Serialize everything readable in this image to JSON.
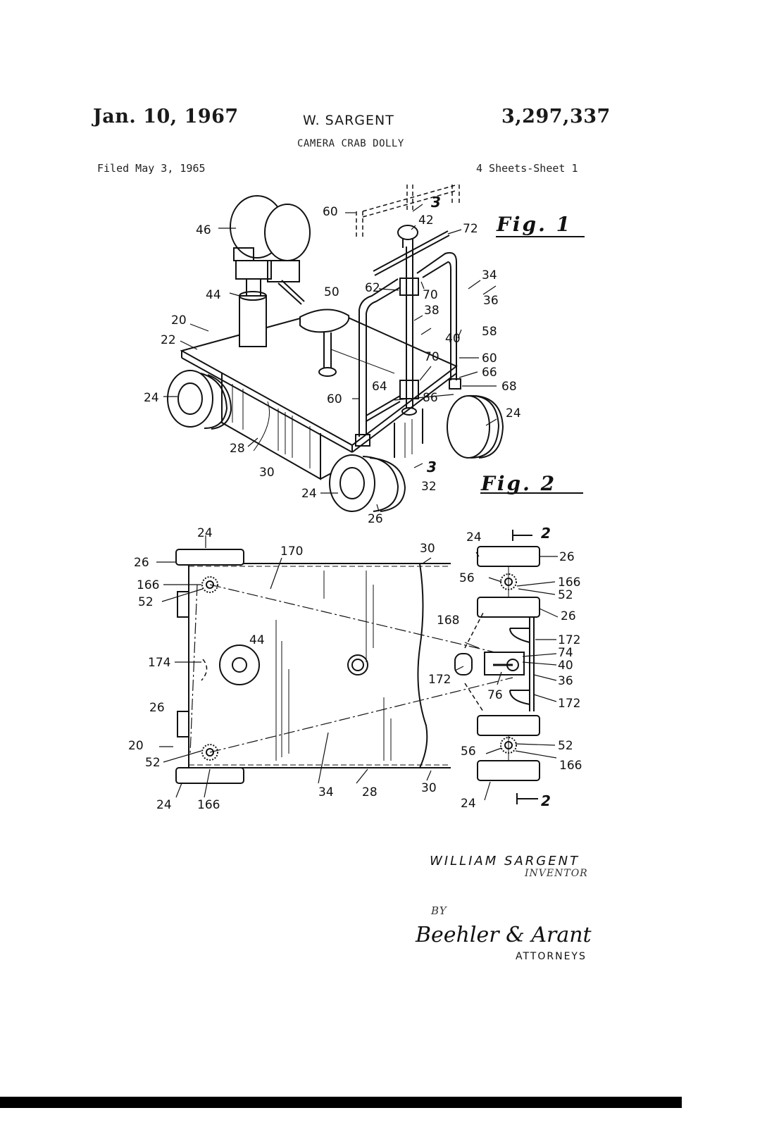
{
  "header": {
    "date": "Jan. 10, 1967",
    "inventor_short": "W. SARGENT",
    "patent_number": "3,297,337",
    "title": "CAMERA CRAB DOLLY",
    "filed": "Filed May 3, 1965",
    "sheets": "4 Sheets-Sheet 1"
  },
  "figures": {
    "fig1_label": "Fig. 1",
    "fig2_label": "Fig. 2"
  },
  "fig1_refs": {
    "r60a": "60",
    "r3a": "3",
    "r42": "42",
    "r72": "72",
    "r46": "46",
    "r34": "34",
    "r44": "44",
    "r50": "50",
    "r62": "62",
    "r70a": "70",
    "r36": "36",
    "r38": "38",
    "r20": "20",
    "r40": "40",
    "r58": "58",
    "r22": "22",
    "r60b": "60",
    "r70b": "70",
    "r66": "66",
    "r64": "64",
    "r68": "68",
    "r24a": "24",
    "r60c": "60",
    "r86": "86",
    "r24b": "24",
    "r28": "28",
    "r30": "30",
    "r3b": "3",
    "r32": "32",
    "r24c": "24",
    "r26": "26"
  },
  "fig2_refs": {
    "r24a": "24",
    "r170": "170",
    "r30a": "30",
    "r24b": "24",
    "r2a": "2",
    "r26a": "26",
    "r26b": "26",
    "r56a": "56",
    "r166a": "166",
    "r166b": "166",
    "r52a": "52",
    "r52b": "52",
    "r168": "168",
    "r26c": "26",
    "r44": "44",
    "r172a": "172",
    "r174": "174",
    "r74": "74",
    "r40": "40",
    "r172b": "172",
    "r36": "36",
    "r26d": "26",
    "r76": "76",
    "r172c": "172",
    "r20": "20",
    "r52c": "52",
    "r56b": "56",
    "r52d": "52",
    "r166c": "166",
    "r34": "34",
    "r28": "28",
    "r30b": "30",
    "r24c": "24",
    "r166d": "166",
    "r24d": "24",
    "r2b": "2"
  },
  "signature": {
    "inventor_name": "WILLIAM SARGENT",
    "inventor_label": "INVENTOR",
    "by": "BY",
    "attorneys_signature": "Beehler & Arant",
    "attorneys_label": "ATTORNEYS"
  }
}
